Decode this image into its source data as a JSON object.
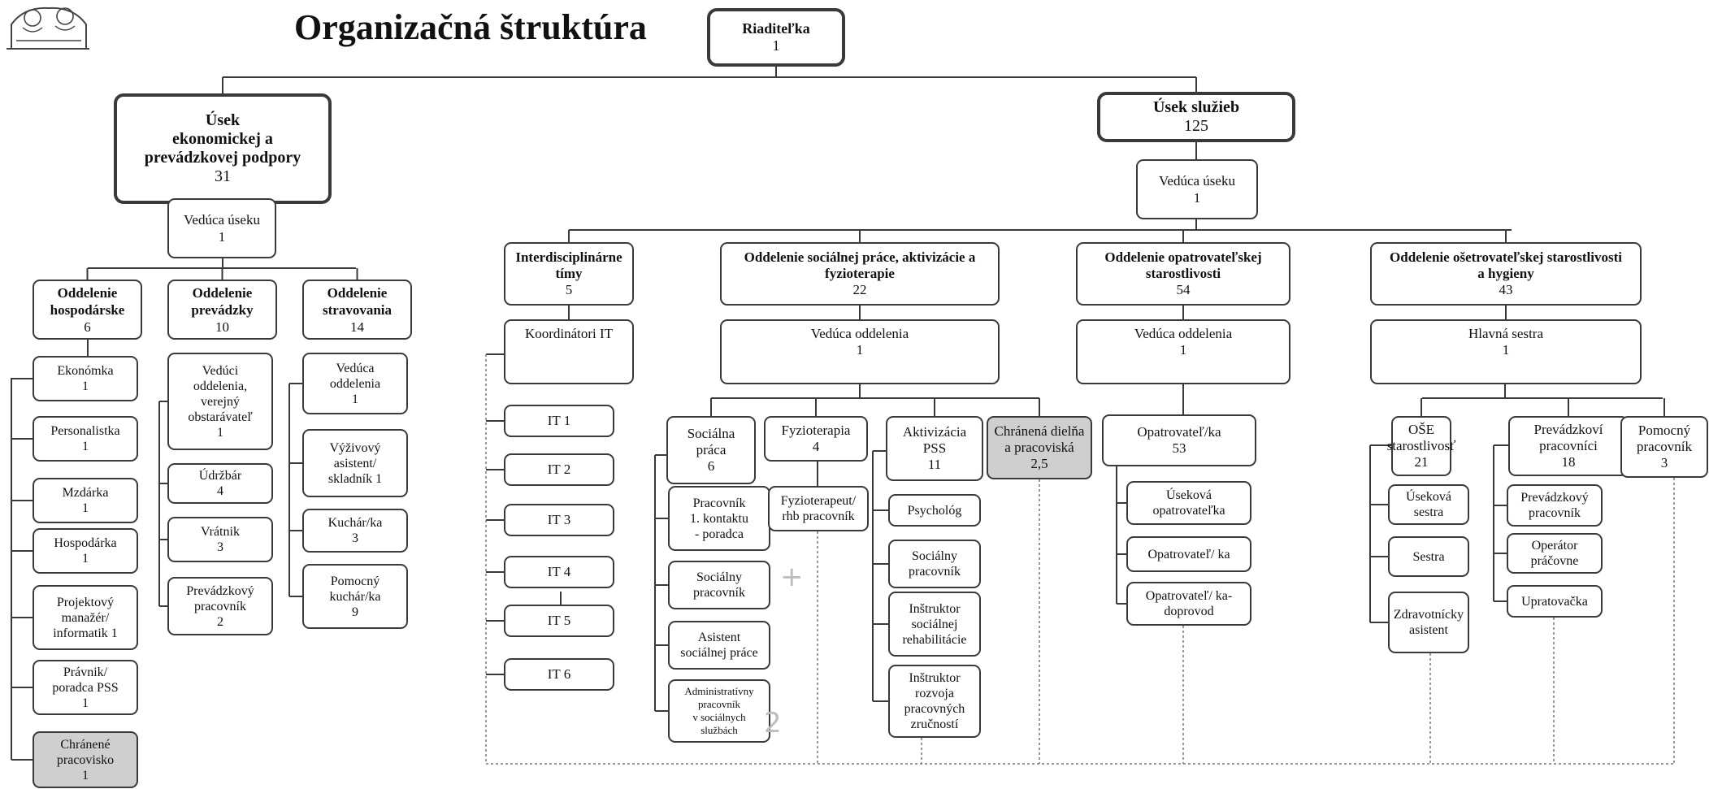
{
  "title": "Organizačná štruktúra",
  "root": {
    "name": "Riaditeľka",
    "count": "1"
  },
  "left_division": {
    "name": "Úsek\nekonomickej a\nprevádzkovej podpory",
    "count": "31",
    "head": {
      "name": "Vedúca úseku",
      "count": "1"
    },
    "departments": [
      {
        "name": "Oddelenie\nhospodárske",
        "count": "6",
        "staff": [
          {
            "name": "Ekonómka",
            "count": "1"
          },
          {
            "name": "Personalistka",
            "count": "1"
          },
          {
            "name": "Mzdárka",
            "count": "1"
          },
          {
            "name": "Hospodárka",
            "count": "1"
          },
          {
            "name": "Projektový\nmanažér/\ninformatik 1",
            "count": ""
          },
          {
            "name": "Právnik/\nporadca PSS",
            "count": "1"
          },
          {
            "name": "Chránené\npracovisko",
            "count": "1"
          }
        ]
      },
      {
        "name": "Oddelenie\nprevádzky",
        "count": "10",
        "staff": [
          {
            "name": "Vedúci\noddelenia,\nverejný\nobstarávateľ",
            "count": "1"
          },
          {
            "name": "Údržbár",
            "count": "4"
          },
          {
            "name": "Vrátnik",
            "count": "3"
          },
          {
            "name": "Prevádzkový\npracovník",
            "count": "2"
          }
        ]
      },
      {
        "name": "Oddelenie\nstravovania",
        "count": "14",
        "staff": [
          {
            "name": "Vedúca\noddelenia",
            "count": "1"
          },
          {
            "name": "Výživový\nasistent/\nskladník 1",
            "count": ""
          },
          {
            "name": "Kuchár/ka",
            "count": "3"
          },
          {
            "name": "Pomocný\nkuchár/ka",
            "count": "9"
          }
        ]
      }
    ]
  },
  "right_division": {
    "name": "Úsek služieb",
    "count": "125",
    "head": {
      "name": "Vedúca úseku",
      "count": "1"
    },
    "departments": [
      {
        "name": "Interdisciplinárne\ntímy",
        "count": "5",
        "lead": {
          "name": "Koordinátori IT",
          "count": ""
        },
        "teams": [
          "IT 1",
          "IT 2",
          "IT 3",
          "IT 4",
          "IT 5",
          "IT 6"
        ]
      },
      {
        "name": "Oddelenie sociálnej práce, aktivizácie a\nfyzioterapie",
        "count": "22",
        "lead": {
          "name": "Vedúca oddelenia",
          "count": "1"
        },
        "units": [
          {
            "name": "Sociálna\npráca",
            "count": "6",
            "staff": [
              "Pracovník\n1. kontaktu\n- poradca",
              "Sociálny\npracovník",
              "Asistent\nsociálnej práce",
              "Administratívny\npracovník\nv sociálnych\nslužbách"
            ]
          },
          {
            "name": "Fyzioterapia",
            "count": "4",
            "staff": [
              "Fyzioterapeut/\nrhb pracovník"
            ]
          },
          {
            "name": "Aktivizácia\nPSS",
            "count": "11",
            "staff": [
              "Psychológ",
              "Sociálny\npracovník",
              "Inštruktor\nsociálnej\nrehabilitácie",
              "Inštruktor\nrozvoja\npracovných\nzručností"
            ]
          },
          {
            "name": "Chránená dielňa\na pracoviská",
            "count": "2,5",
            "staff": []
          }
        ]
      },
      {
        "name": "Oddelenie opatrovateľskej\nstarostlivosti",
        "count": "54",
        "lead": {
          "name": "Vedúca oddelenia",
          "count": "1"
        },
        "units": [
          {
            "name": "Opatrovateľ/ka",
            "count": "53",
            "staff": [
              "Úseková\nopatrovateľka",
              "Opatrovateľ/ ka",
              "Opatrovateľ/ ka-\ndoprovod"
            ]
          }
        ]
      },
      {
        "name": "Oddelenie ošetrovateľskej starostlivosti\na hygieny",
        "count": "43",
        "lead": {
          "name": "Hlavná sestra",
          "count": "1"
        },
        "units": [
          {
            "name": "OŠE\nstarostlivosť",
            "count": "21",
            "staff": [
              "Úseková\nsestra",
              "Sestra",
              "Zdravotnícky\nasistent"
            ]
          },
          {
            "name": "Prevádzkoví\npracovníci",
            "count": "18",
            "staff": [
              "Prevádzkový\npracovník",
              "Operátor\npráčovne",
              "Upratovačka"
            ]
          },
          {
            "name": "Pomocný\npracovník",
            "count": "3",
            "staff": []
          }
        ]
      }
    ]
  },
  "handwritten_marks": [
    "+",
    "2"
  ],
  "colors": {
    "line": "#3a3a3a",
    "highlight_fill": "#cfcfcf",
    "dotted": "#777777"
  }
}
